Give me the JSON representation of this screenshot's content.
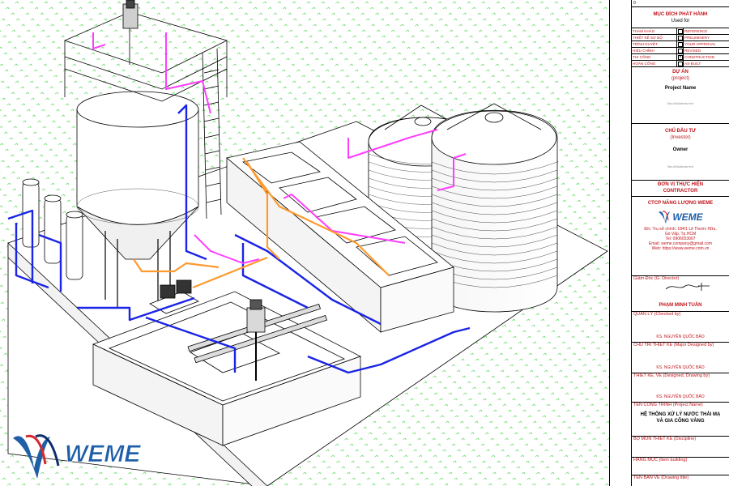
{
  "brand": {
    "name": "WEME",
    "color_blue": "#1f5fa8",
    "color_red": "#d6282f",
    "color_navy": "#0b2f6b"
  },
  "colors": {
    "pipe_blue": "#1a24e6",
    "pipe_magenta": "#ff3dff",
    "pipe_orange": "#ff9a2e",
    "title_red": "#c0141b",
    "grid_green": "#33cc33"
  },
  "title_block": {
    "top_number": "0",
    "purpose_title": "MỤC ĐÍCH PHÁT HÀNH",
    "purpose_title_en": "Used for",
    "purpose_rows": [
      {
        "vn": "THAM KHẢO",
        "en": "REFERENCE",
        "checked": false
      },
      {
        "vn": "THIẾT KẾ SƠ BỘ",
        "en": "PRELIMINERY",
        "checked": false
      },
      {
        "vn": "TRÌNH DUYỆT",
        "en": "YOUR APPROVAL",
        "checked": false
      },
      {
        "vn": "HIỆU CHỈNH",
        "en": "REVISED",
        "checked": false
      },
      {
        "vn": "THI CÔNG",
        "en": "CONSTRUCTION",
        "checked": true
      },
      {
        "vn": "HOÀN CÔNG",
        "en": "AS-BUILT",
        "checked": false
      }
    ],
    "project_label": "DỰ ÁN",
    "project_label_en": "(project)",
    "project_name": "Project Name",
    "project_address": "Địa chỉ/Address text",
    "investor_label": "CHỦ ĐẦU TƯ",
    "investor_label_en": "(Investor)",
    "owner": "Owner",
    "owner_address": "Địa chỉ/Address text",
    "contractor_label": "ĐƠN VỊ THỰC HIỆN",
    "contractor_label_en": "CONTRACTOR",
    "contractor_name": "CTCP NĂNG LƯỢNG WEME",
    "contractor_logo_text": "WEME",
    "contractor_address_1": "Đ/c: Trụ sở chính: 184/1 Lê Thước Hữu,",
    "contractor_address_2": "Gò Vấp, Tp.HCM",
    "contractor_tel": "Tel: 0906053007",
    "contractor_email": "Email: weme.company@gmail.com",
    "contractor_web": "Web: https://www.weme.com.vn",
    "director_label": "Giám Đốc (G. Director)",
    "director_name": "PHẠM MINH TUẤN",
    "manager_label": "QUẢN LÝ (Checked by)",
    "manager_name": "KS. NGUYỄN QUỐC BẢO",
    "lead_designer_label": "CHỦ TRÌ THIẾT KẾ (Major Designed by)",
    "lead_designer_name": "KS. NGUYỄN QUỐC BẢO",
    "drafter_label": "THIẾT KẾ, VẼ (Designed, Drawing by)",
    "drafter_name": "KS. NGUYỄN QUỐC BẢO",
    "work_label": "TÊN CÔNG TRÌNH (Project Name)",
    "work_title_1": "HỆ THỐNG XỬ LÝ NƯỚC THẢI MẠ",
    "work_title_2": "VÀ GIA CÔNG VÀNG",
    "discipline_label": "BỘ MÔN THIẾT KẾ (Discipline)",
    "item_label": "HẠNG MỤC (Item building)",
    "sheet_label": "TÊN BẢN VẼ (Drawing title)"
  }
}
